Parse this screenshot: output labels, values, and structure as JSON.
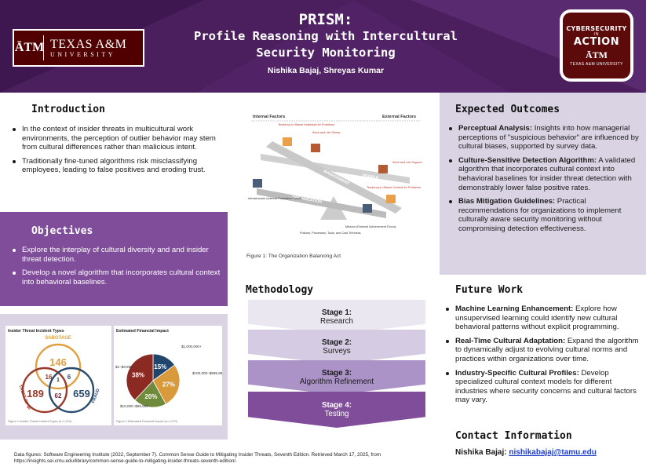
{
  "header": {
    "title_main": "PRISM:",
    "title_line2": "Profile Reasoning with Intercultural",
    "title_line3": "Security Monitoring",
    "authors": "Nishika Bajaj, Shreyas Kumar",
    "tamu_logo": {
      "mark": "ĀTM",
      "main": "TEXAS A&M",
      "sub": "UNIVERSITY"
    },
    "cyber_badge": {
      "line1": "CYBERSECURITY",
      "line2": "IN",
      "line3": "ACTION",
      "mark": "ĀTM",
      "line4": "TEXAS A&M UNIVERSITY"
    }
  },
  "introduction": {
    "title": "Introduction",
    "bullets": [
      "In the context of insider threats in multicultural work environments, the perception of outlier behavior may stem from cultural differences rather than malicious intent.",
      "Traditionally fine-tuned algorithms risk misclassifying employees, leading to false positives and eroding trust."
    ]
  },
  "objectives": {
    "title": "Objectives",
    "bullets": [
      "Explore the interplay of cultural diversity and and insider threat detection.",
      "Develop a novel algorithm that incorporates cultural context into behavioral baselines."
    ]
  },
  "venn": {
    "title": "Insider Threat Incident Types",
    "sets": [
      {
        "label": "SABOTAGE",
        "count": "146",
        "color": "#e0a040"
      },
      {
        "label": "THEFT OF IP",
        "count": "189",
        "color": "#9b3a2a"
      },
      {
        "label": "FRAUD",
        "count": "659",
        "color": "#2a4a6e"
      }
    ],
    "overlaps": {
      "sab_theft": "16",
      "sab_fraud": "6",
      "center": "1",
      "theft_fraud": "62"
    },
    "caption": "Figure 1    Insider Threat Incident Types (n=1,224)"
  },
  "chart_data": {
    "type": "pie",
    "title": "Estimated Financial Impact",
    "categories": [
      "$1,000,000+",
      "$100,000–$999,999",
      "$10,000–$99,999",
      "$1–$9,999"
    ],
    "values": [
      15,
      27,
      20,
      38
    ],
    "labels": [
      "15%",
      "27%",
      "20%",
      "38%"
    ],
    "colors": [
      "#22466b",
      "#d89a3a",
      "#6e8a3a",
      "#8a2a22"
    ],
    "caption": "Figure 2    Estimated Financial Impact (n=1,070)"
  },
  "figure": {
    "internal": "Internal Factors",
    "external": "External Factors",
    "caption": "Figure 1: The Organization Balancing Act",
    "beam_people": "PEOPLE",
    "beam_management": "MANAGEMENT",
    "beam_organization": "ORGANIZATION",
    "notes": {
      "blame_individual": "Tendency to Blame Individual for Problems",
      "work_stress": "Work and Life Stress",
      "work_support": "Work and Life Support",
      "infrastructure": "Infrastructure (Internal Protection Focus)",
      "blame_context": "Tendency to Blame Context for Problems",
      "mission": "Mission (External Achievement Focus)",
      "policies": "Policies, Processes, Tools, and Cost Trimness"
    }
  },
  "methodology": {
    "title": "Methodology",
    "stages": [
      {
        "label": "Stage 1:",
        "name": "Research",
        "bg": "#ebe7f1",
        "fg": "#1a1a1a"
      },
      {
        "label": "Stage 2:",
        "name": "Surveys",
        "bg": "#d5cbe2",
        "fg": "#1a1a1a"
      },
      {
        "label": "Stage 3:",
        "name": "Algorithm Refinement",
        "bg": "#ab93c8",
        "fg": "#1a1a1a"
      },
      {
        "label": "Stage 4:",
        "name": "Testing",
        "bg": "#7f4d9a",
        "fg": "#ffffff"
      }
    ]
  },
  "expected_outcomes": {
    "title": "Expected Outcomes",
    "items": [
      {
        "head": "Perceptual Analysis:",
        "text": " Insights into how managerial perceptions of \"suspicious behavior\" are influenced by cultural biases, supported by survey data."
      },
      {
        "head": "Culture-Sensitive Detection Algorithm:",
        "text": " A validated algorithm that incorporates cultural context into behavioral baselines for insider threat detection with demonstrably lower false positive rates."
      },
      {
        "head": "Bias Mitigation Guidelines:",
        "text": " Practical recommendations for organizations to implement culturally aware security monitoring without compromising detection effectiveness."
      }
    ]
  },
  "future_work": {
    "title": "Future Work",
    "items": [
      {
        "head": "Machine Learning Enhancement:",
        "text": " Explore how unsupervised learning could identify new cultural behavioral patterns without explicit programming."
      },
      {
        "head": "Real-Time Cultural Adaptation:",
        "text": " Expand the algorithm to dynamically adjust to evolving cultural norms and practices within organizations over time."
      },
      {
        "head": "Industry-Specific Cultural Profiles:",
        "text": " Develop specialized cultural context models for different industries where security concerns and cultural factors may vary."
      }
    ]
  },
  "contact": {
    "title": "Contact Information",
    "name": "Nishika Bajaj:",
    "email": "nishikabajaj@tamu.edu"
  },
  "footer": {
    "note": "Data figures: Software Engineering Institute (2022, September 7). Common Sense Guide to Mitigating Insider Threats, Seventh Edition. Retrieved March 17, 2025, from https://insights.sei.cmu.edu/library/common-sense-guide-to-mitigating-insider-threats-seventh-edition/."
  }
}
